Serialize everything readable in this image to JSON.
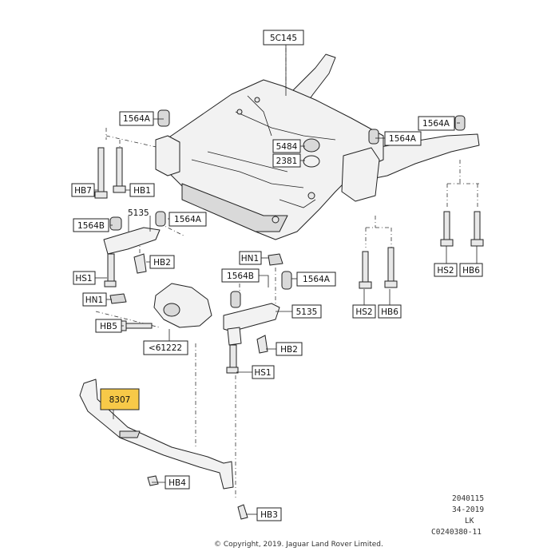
{
  "labels": {
    "5c145": "5C145",
    "1564a_l": "1564A",
    "1564a_r": "1564A",
    "1564a_rr": "1564A",
    "1564a_c": "1564A",
    "1564a_m": "1564A",
    "5484": "5484",
    "2381": "2381",
    "hb7": "HB7",
    "hb1": "HB1",
    "1564b_l": "1564B",
    "5135_l": "5135",
    "hb2_l": "HB2",
    "hs1_l": "HS1",
    "hn1_l": "HN1",
    "hb5": "HB5",
    "61222": "<61222",
    "hn1_m": "HN1",
    "1564b_m": "1564B",
    "5135_m": "5135",
    "hb2_m": "HB2",
    "hs1_m": "HS1",
    "hs2_m": "HS2",
    "hb6_m": "HB6",
    "hs2_r": "HS2",
    "hb6_r": "HB6",
    "8307": "8307",
    "hb4": "HB4",
    "hb3": "HB3"
  },
  "meta": {
    "line1": "2040115",
    "line2": "34-2019",
    "line3": "LK",
    "line4": "C0240380-11"
  },
  "copyright": "© Copyright, 2019. Jaguar Land Rover Limited.",
  "colors": {
    "highlight": "#f7c948",
    "ink": "#222222"
  }
}
